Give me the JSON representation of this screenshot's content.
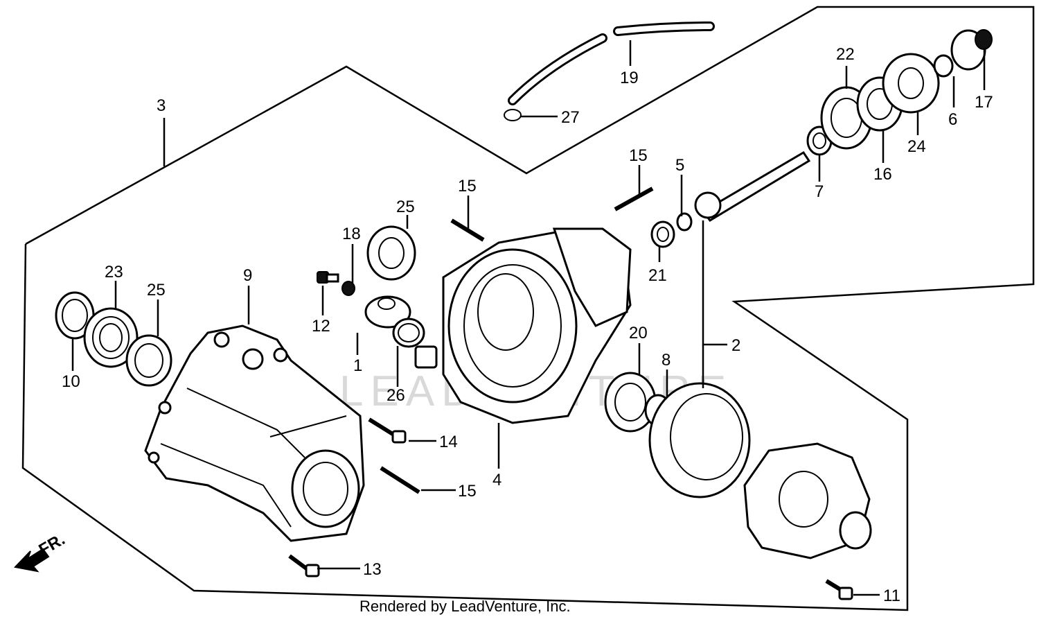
{
  "watermark": "LEADVENTURE",
  "footer": "Rendered by LeadVenture, Inc.",
  "direction_label": "FR.",
  "callouts": [
    "1",
    "2",
    "3",
    "4",
    "5",
    "6",
    "7",
    "8",
    "9",
    "10",
    "11",
    "12",
    "13",
    "14",
    "15",
    "16",
    "17",
    "18",
    "19",
    "20",
    "21",
    "22",
    "23",
    "24",
    "25",
    "26",
    "27"
  ],
  "labels": {
    "l1": "1",
    "l2": "2",
    "l3": "3",
    "l4": "4",
    "l5": "5",
    "l6": "6",
    "l7": "7",
    "l8": "8",
    "l9": "9",
    "l10": "10",
    "l11": "11",
    "l12": "12",
    "l13": "13",
    "l14": "14",
    "l15a": "15",
    "l15b": "15",
    "l15c": "15",
    "l16": "16",
    "l17": "17",
    "l18": "18",
    "l19": "19",
    "l20": "20",
    "l21": "21",
    "l22": "22",
    "l23": "23",
    "l24": "24",
    "l25a": "25",
    "l25b": "25",
    "l26": "26",
    "l27": "27"
  },
  "icons": [
    "direction-arrow-icon"
  ]
}
